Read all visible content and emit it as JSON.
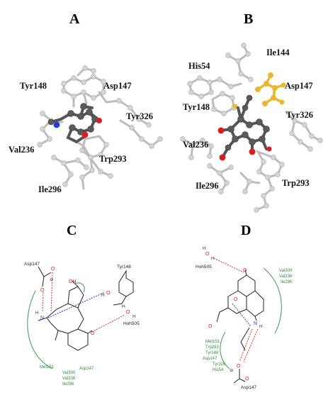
{
  "panels": [
    {
      "id": "A",
      "letter": "A"
    },
    {
      "id": "B",
      "letter": "B"
    },
    {
      "id": "C",
      "letter": "C"
    },
    {
      "id": "D",
      "letter": "D"
    }
  ],
  "panel_a": {
    "residues": [
      "Tyr148",
      "Asp147",
      "Tyr326",
      "Val236",
      "Trp293",
      "Ile296"
    ]
  },
  "panel_b": {
    "residues": [
      "His54",
      "Ile144",
      "Asp147",
      "Tyr148",
      "Tyr326",
      "Val236",
      "Ile296",
      "Trp293"
    ]
  },
  "panel_c": {
    "asp": "Asp147",
    "tyr": "Tyr148",
    "hoh": "Hoh505",
    "hydrophobic": [
      "Met151",
      "Val300",
      "Val236",
      "Ile296"
    ],
    "asp2": "Asp147",
    "atoms": {
      "charge": "⊖",
      "o": "O",
      "oh": "OH",
      "n": "N",
      "h": "H",
      "plus": "+"
    }
  },
  "panel_d": {
    "hoh": "Hoh505",
    "hydrophobic_top": [
      "Val300",
      "Val236",
      "Ile296"
    ],
    "hydrophobic_bottom": [
      "Met151",
      "Trp293",
      "Tyr148",
      "Asp147",
      "Tyr326",
      "His54"
    ],
    "asp": "Asp147",
    "atoms": {
      "charge": "⊖",
      "o": "O",
      "n": "N",
      "h": "H",
      "plus": "+"
    }
  },
  "colors": {
    "ligand_3d": "#5a5a5a",
    "residue_3d": "#d4d4d4",
    "asp_highlight": "#e8b830",
    "oxygen": "#cc2020",
    "nitrogen": "#2233cc",
    "hydrophobic_arc": "#3a9a4a",
    "hbond_red": "#d03030",
    "hbond_blue": "#3030c0"
  }
}
